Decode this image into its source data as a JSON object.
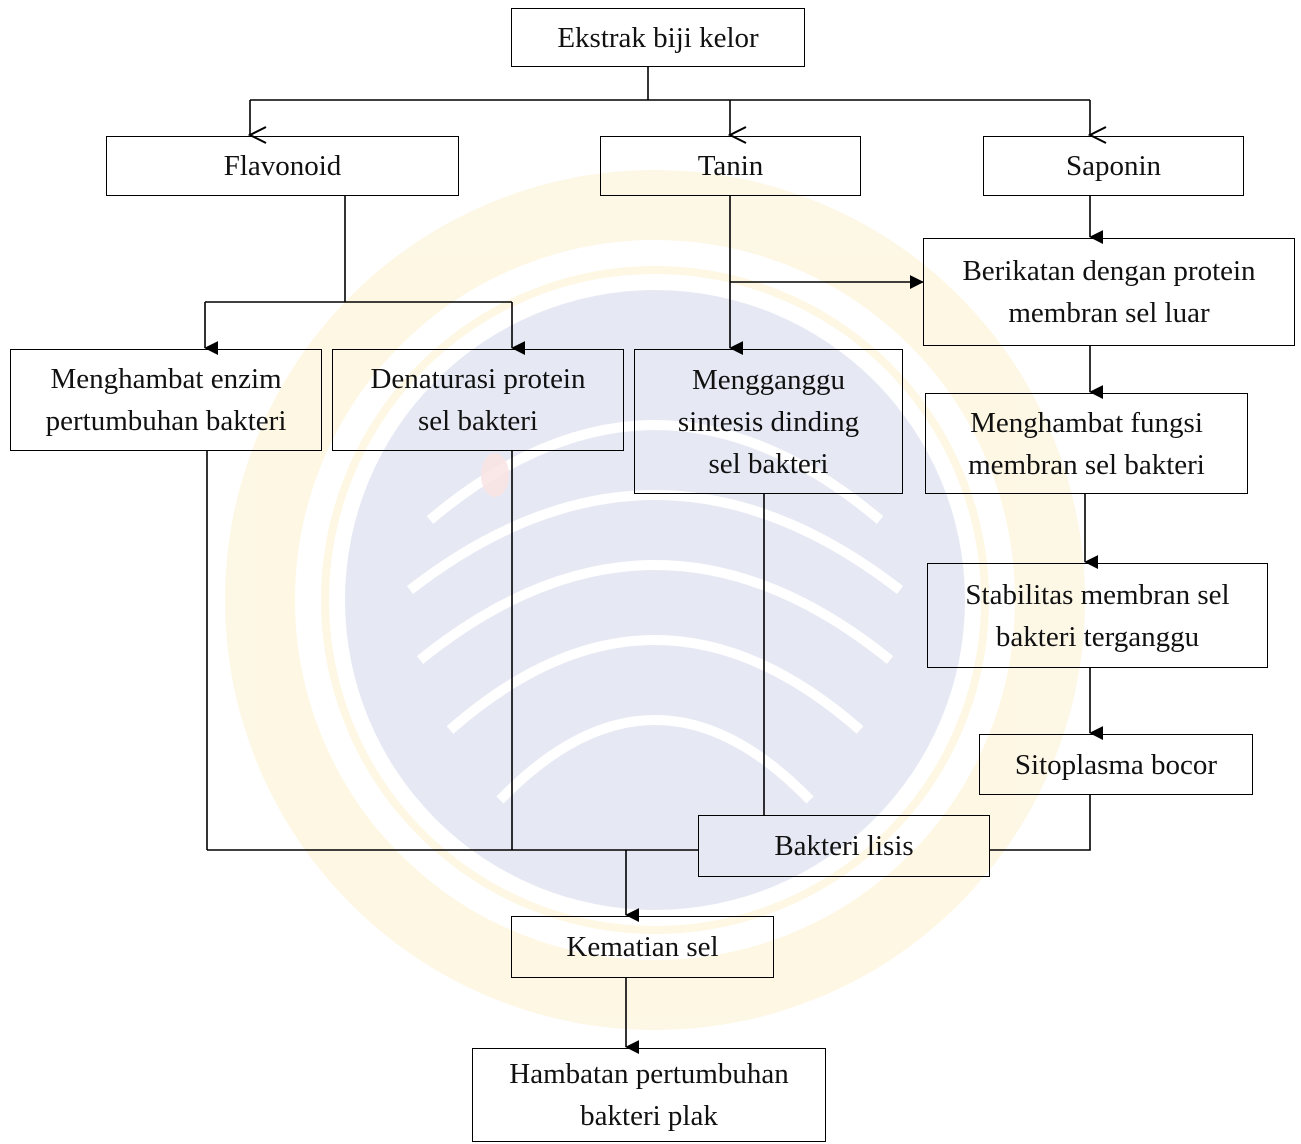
{
  "diagram": {
    "root": {
      "lines": [
        "Ekstrak biji kelor"
      ]
    },
    "compounds": {
      "flavonoid": {
        "lines": [
          "Flavonoid"
        ]
      },
      "tanin": {
        "lines": [
          "Tanin"
        ]
      },
      "saponin": {
        "lines": [
          "Saponin"
        ]
      }
    },
    "effects": {
      "enzyme_inhibition": {
        "lines": [
          "Menghambat enzim",
          "pertumbuhan bakteri"
        ]
      },
      "protein_denaturation": {
        "lines": [
          "Denaturasi protein",
          "sel bakteri"
        ]
      },
      "cell_wall_disruption": {
        "lines": [
          "Mengganggu",
          "sintesis dinding",
          "sel bakteri"
        ]
      },
      "membrane_protein_binding": {
        "lines": [
          "Berikatan dengan protein",
          "membran sel luar"
        ]
      },
      "membrane_function_inhibition": {
        "lines": [
          "Menghambat fungsi",
          "membran sel bakteri"
        ]
      },
      "membrane_stability": {
        "lines": [
          "Stabilitas membran sel",
          "bakteri terganggu"
        ]
      },
      "cytoplasm_leak": {
        "lines": [
          "Sitoplasma bocor"
        ]
      }
    },
    "bacteria_lysis": {
      "lines": [
        "Bakteri lisis"
      ]
    },
    "cell_death": {
      "lines": [
        "Kematian sel"
      ]
    },
    "outcome": {
      "lines": [
        "Hambatan pertumbuhan",
        "bakteri plak"
      ]
    }
  },
  "colors": {
    "line": "#000000",
    "watermark_blue": "#3b55a8",
    "watermark_gold": "#f2c12e",
    "watermark_red": "#d33030"
  }
}
